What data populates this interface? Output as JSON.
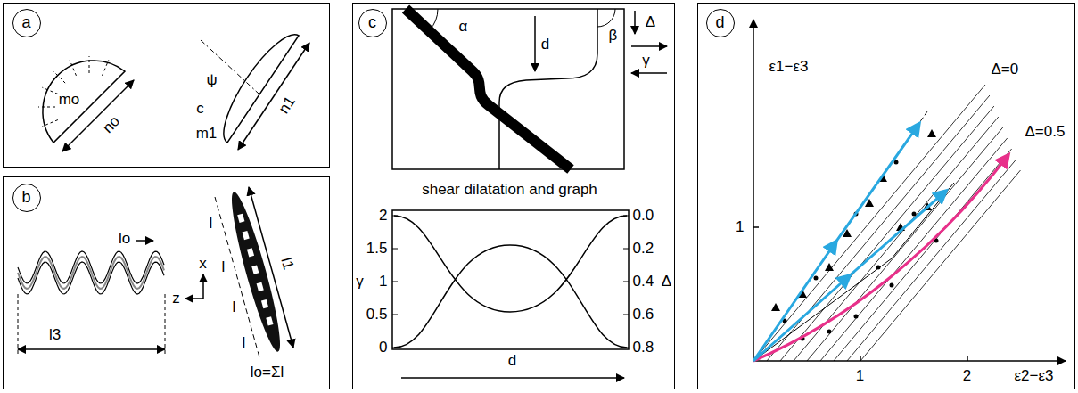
{
  "diagram": {
    "nodes": [
      {
        "text": [
          "mo",
          "no",
          "ψ",
          "c",
          "m1",
          "n1"
        ]
      },
      {
        "text": [
          "a"
        ],
        "in": 0
      },
      {
        "text": [
          "lo",
          "l3",
          "l",
          "x",
          "l",
          "z",
          "l",
          "l",
          "l1",
          "lo=Σl"
        ]
      },
      {
        "text": [
          "b"
        ],
        "in": 2
      },
      {
        "text": [
          "α",
          "d",
          "β",
          "Δ",
          "γ",
          "shear dilatation and graph",
          "2",
          "1.5",
          "γ",
          "1",
          "0.5",
          "0",
          "0.0",
          "0.2",
          "0.4",
          "Δ",
          "0.6",
          "0.8",
          "d"
        ]
      },
      {
        "text": [
          "c"
        ],
        "in": 4
      },
      {
        "text": [
          "ε1−ε3",
          "Δ=0",
          "Δ=0.5",
          "1",
          "1",
          "2",
          "ε2−ε3"
        ]
      },
      {
        "text": [
          "d"
        ],
        "in": 6
      }
    ]
  }
}
